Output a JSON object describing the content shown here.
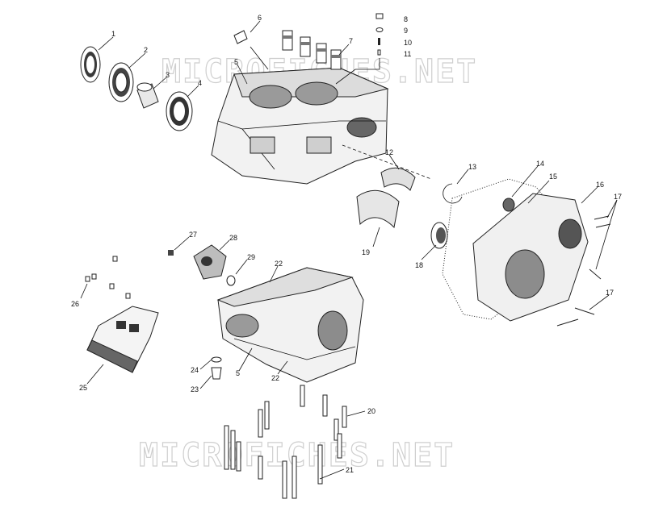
{
  "watermark": "MICROFICHES.NET",
  "labels": {
    "l1": "1",
    "l2": "2",
    "l3": "3",
    "l4": "4",
    "l5a": "5",
    "l6": "6",
    "l7": "7",
    "l8": "8",
    "l9": "9",
    "l10": "10",
    "l11": "11",
    "l12": "12",
    "l13": "13",
    "l14": "14",
    "l15": "15",
    "l16": "16",
    "l17a": "17",
    "l17b": "17",
    "l18": "18",
    "l19": "19",
    "l20": "20",
    "l21": "21",
    "l22a": "22",
    "l22b": "22",
    "l23": "23",
    "l24": "24",
    "l5b": "5",
    "l25": "25",
    "l26": "26",
    "l27": "27",
    "l28": "28",
    "l29": "29"
  },
  "colors": {
    "ink": "#111111",
    "shade": "#8c8c8c",
    "dark": "#3a3a3a",
    "watermark": "#cfcfcf"
  }
}
